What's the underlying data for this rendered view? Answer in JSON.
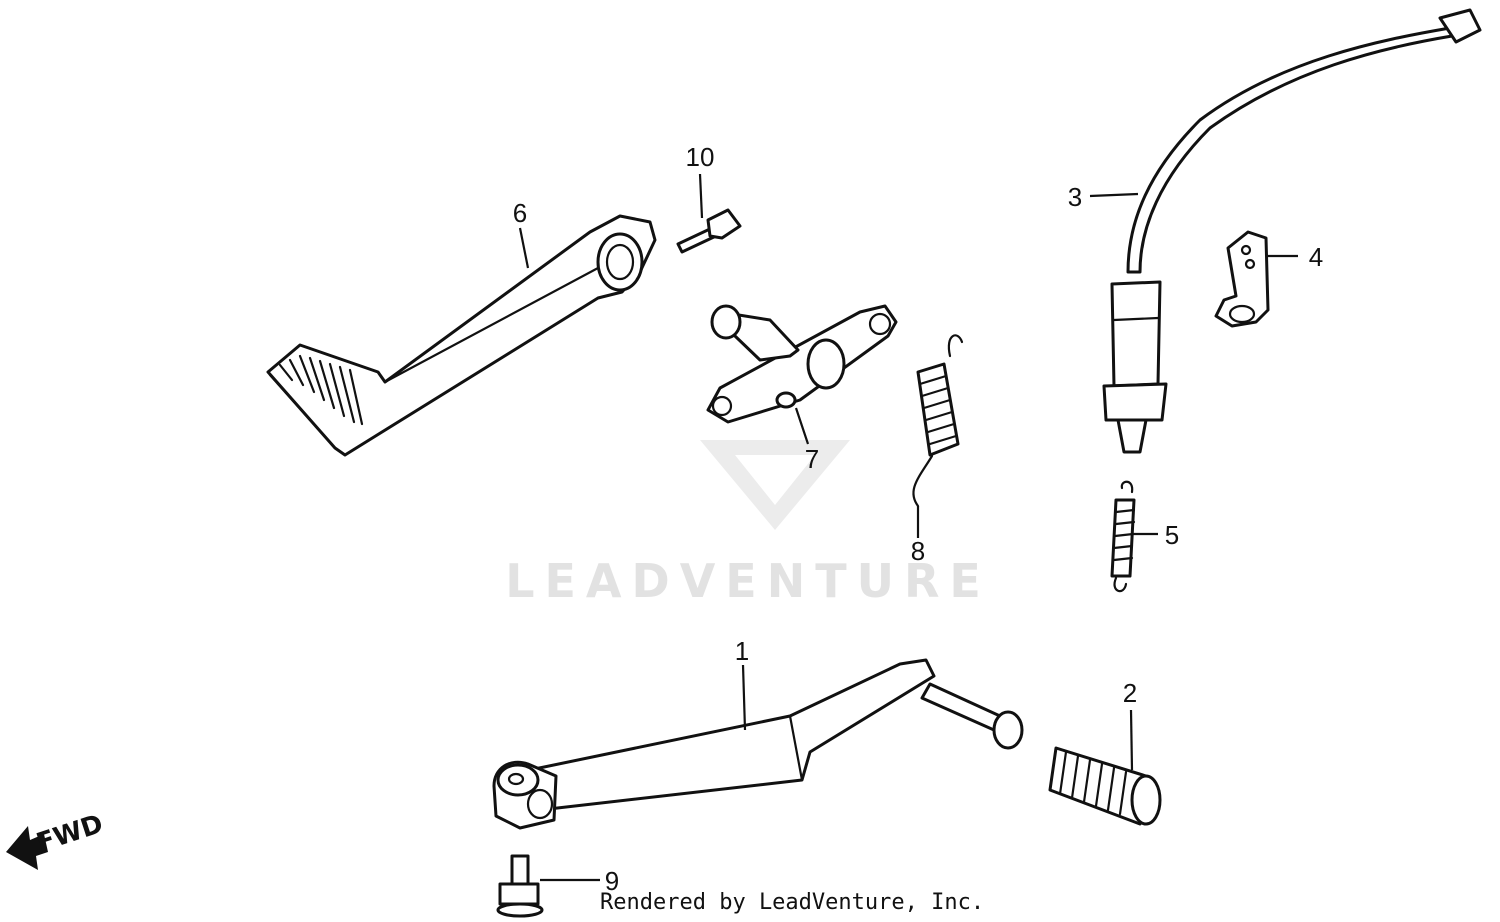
{
  "diagram": {
    "callouts": [
      {
        "id": "1",
        "label": "1"
      },
      {
        "id": "2",
        "label": "2"
      },
      {
        "id": "3",
        "label": "3"
      },
      {
        "id": "4",
        "label": "4"
      },
      {
        "id": "5",
        "label": "5"
      },
      {
        "id": "6",
        "label": "6"
      },
      {
        "id": "7",
        "label": "7"
      },
      {
        "id": "8",
        "label": "8"
      },
      {
        "id": "9",
        "label": "9"
      },
      {
        "id": "10",
        "label": "10"
      }
    ],
    "direction_label": "FWD",
    "watermark_text": "LEADVENTURE",
    "footer_text": "Rendered by LeadVenture, Inc."
  },
  "colors": {
    "line": "#111111",
    "background": "#ffffff",
    "watermark": "#e2e2e2"
  }
}
